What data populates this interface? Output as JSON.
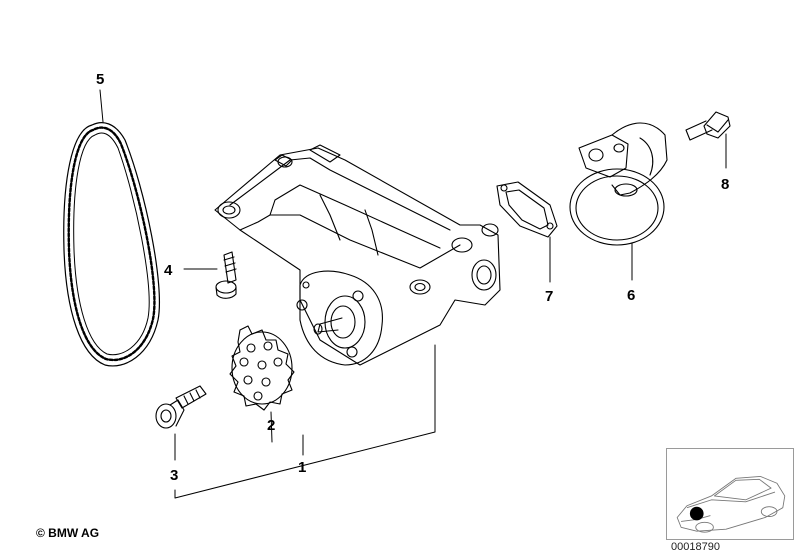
{
  "callouts": {
    "c1": "1",
    "c2": "2",
    "c3": "3",
    "c4": "4",
    "c5": "5",
    "c6": "6",
    "c7": "7",
    "c8": "8"
  },
  "footer": {
    "copyright": "© BMW AG",
    "reference_number": "00018790"
  }
}
